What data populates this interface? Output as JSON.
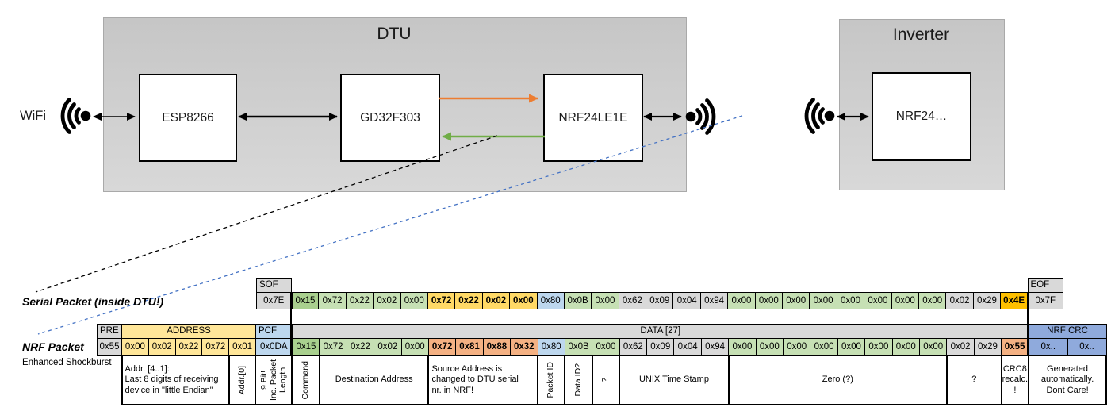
{
  "colors": {
    "gray": "#D9D9D9",
    "yellow": "#FFE699",
    "yellow_bold": "#FFD966",
    "blue": "#BDD7EE",
    "blue_med": "#8FAADC",
    "green": "#C6E0B4",
    "green_dark": "#A9D08E",
    "salmon": "#F4B183",
    "salmon_light": "#F8CBAD",
    "gold": "#FFC000",
    "white": "#FFFFFF",
    "orange_arrow": "#ED7D31",
    "green_arrow": "#70AD47",
    "blue_dash": "#4472C4",
    "black": "#000000"
  },
  "diagram": {
    "wifi_label": "WiFi",
    "dtu_title": "DTU",
    "dtu_components": [
      "ESP8266",
      "GD32F303",
      "NRF24LE1E"
    ],
    "inverter_title": "Inverter",
    "inverter_component": "NRF24…"
  },
  "serial_packet": {
    "label": "Serial Packet (inside DTU!)",
    "sof_header": "SOF",
    "sof_value": "0x7E",
    "eof_header": "EOF",
    "eof_value": "0x7F",
    "data_bytes": [
      {
        "v": "0x15",
        "c": "green_dark",
        "e": "l"
      },
      {
        "v": "0x72",
        "c": "green"
      },
      {
        "v": "0x22",
        "c": "green"
      },
      {
        "v": "0x02",
        "c": "green"
      },
      {
        "v": "0x00",
        "c": "green"
      },
      {
        "v": "0x72",
        "c": "yellow_bold",
        "b": true
      },
      {
        "v": "0x22",
        "c": "yellow_bold",
        "b": true
      },
      {
        "v": "0x02",
        "c": "yellow_bold",
        "b": true
      },
      {
        "v": "0x00",
        "c": "yellow_bold",
        "b": true
      },
      {
        "v": "0x80",
        "c": "blue"
      },
      {
        "v": "0x0B",
        "c": "green"
      },
      {
        "v": "0x00",
        "c": "green"
      },
      {
        "v": "0x62",
        "c": "gray"
      },
      {
        "v": "0x09",
        "c": "gray"
      },
      {
        "v": "0x04",
        "c": "gray"
      },
      {
        "v": "0x94",
        "c": "gray"
      },
      {
        "v": "0x00",
        "c": "green"
      },
      {
        "v": "0x00",
        "c": "green"
      },
      {
        "v": "0x00",
        "c": "green"
      },
      {
        "v": "0x00",
        "c": "green"
      },
      {
        "v": "0x00",
        "c": "green"
      },
      {
        "v": "0x00",
        "c": "green"
      },
      {
        "v": "0x00",
        "c": "green"
      },
      {
        "v": "0x00",
        "c": "green"
      },
      {
        "v": "0x02",
        "c": "gray"
      },
      {
        "v": "0x29",
        "c": "gray"
      },
      {
        "v": "0x4E",
        "c": "gold",
        "b": true,
        "e": "r"
      }
    ]
  },
  "nrf_packet": {
    "label": "NRF Packet",
    "sublabel": "Enhanced Shockburst",
    "headers": [
      {
        "label": "PRE",
        "c": "gray",
        "span": 1,
        "align": "left"
      },
      {
        "label": "ADDRESS",
        "c": "yellow",
        "span": 5
      },
      {
        "label": "PCF",
        "c": "blue",
        "span": 1,
        "align": "left"
      },
      {
        "label": "DATA [27]",
        "c": "gray",
        "span": 27
      },
      {
        "label": "NRF CRC",
        "c": "blue_med",
        "span": 2
      }
    ],
    "bytes": [
      {
        "v": "0x55",
        "c": "gray"
      },
      {
        "v": "0x00",
        "c": "yellow"
      },
      {
        "v": "0x02",
        "c": "yellow"
      },
      {
        "v": "0x22",
        "c": "yellow"
      },
      {
        "v": "0x72",
        "c": "yellow"
      },
      {
        "v": "0x01",
        "c": "yellow"
      },
      {
        "v": "0x0DA",
        "c": "blue"
      },
      {
        "v": "0x15",
        "c": "green_dark",
        "e": "l"
      },
      {
        "v": "0x72",
        "c": "green"
      },
      {
        "v": "0x22",
        "c": "green"
      },
      {
        "v": "0x02",
        "c": "green"
      },
      {
        "v": "0x00",
        "c": "green"
      },
      {
        "v": "0x72",
        "c": "salmon",
        "b": true
      },
      {
        "v": "0x81",
        "c": "salmon",
        "b": true
      },
      {
        "v": "0x88",
        "c": "salmon",
        "b": true
      },
      {
        "v": "0x32",
        "c": "salmon",
        "b": true
      },
      {
        "v": "0x80",
        "c": "blue"
      },
      {
        "v": "0x0B",
        "c": "green"
      },
      {
        "v": "0x00",
        "c": "green"
      },
      {
        "v": "0x62",
        "c": "gray"
      },
      {
        "v": "0x09",
        "c": "gray"
      },
      {
        "v": "0x04",
        "c": "gray"
      },
      {
        "v": "0x94",
        "c": "gray"
      },
      {
        "v": "0x00",
        "c": "green"
      },
      {
        "v": "0x00",
        "c": "green"
      },
      {
        "v": "0x00",
        "c": "green"
      },
      {
        "v": "0x00",
        "c": "green"
      },
      {
        "v": "0x00",
        "c": "green"
      },
      {
        "v": "0x00",
        "c": "green"
      },
      {
        "v": "0x00",
        "c": "green"
      },
      {
        "v": "0x00",
        "c": "green"
      },
      {
        "v": "0x02",
        "c": "gray"
      },
      {
        "v": "0x29",
        "c": "gray"
      },
      {
        "v": "0x55",
        "c": "salmon",
        "b": true,
        "e": "r"
      },
      {
        "v": "0x..",
        "c": "blue_med"
      },
      {
        "v": "0x..",
        "c": "blue_med"
      }
    ],
    "annotations": [
      {
        "text": "Addr. [4..1]:\nLast 8 digits of receiving\ndevice in \"little Endian\"",
        "span": 4,
        "align": "left"
      },
      {
        "text": "Addr.[0]",
        "span": 1,
        "rot": true
      },
      {
        "text": "9 Bit!\nInc. Packet\nLength",
        "span": 1,
        "rot": true
      },
      {
        "text": "Command",
        "span": 1,
        "rot": true
      },
      {
        "text": "Destination Address",
        "span": 4
      },
      {
        "text": "Source Address is\nchanged to DTU serial\nnr. in NRF!",
        "span": 4,
        "c": "salmon_light",
        "align": "left"
      },
      {
        "text": "Packet ID",
        "span": 1,
        "rot": true
      },
      {
        "text": "Data ID?",
        "span": 1,
        "rot": true
      },
      {
        "text": "?",
        "span": 1,
        "rot": true
      },
      {
        "text": "UNIX Time Stamp",
        "span": 4
      },
      {
        "text": "Zero (?)",
        "span": 8
      },
      {
        "text": "?",
        "span": 2
      },
      {
        "text": "CRC8\nrecalc.\n!",
        "span": 1,
        "c": "salmon_light"
      },
      {
        "text": "Generated\nautomatically.\nDont Care!",
        "span": 2
      }
    ]
  }
}
